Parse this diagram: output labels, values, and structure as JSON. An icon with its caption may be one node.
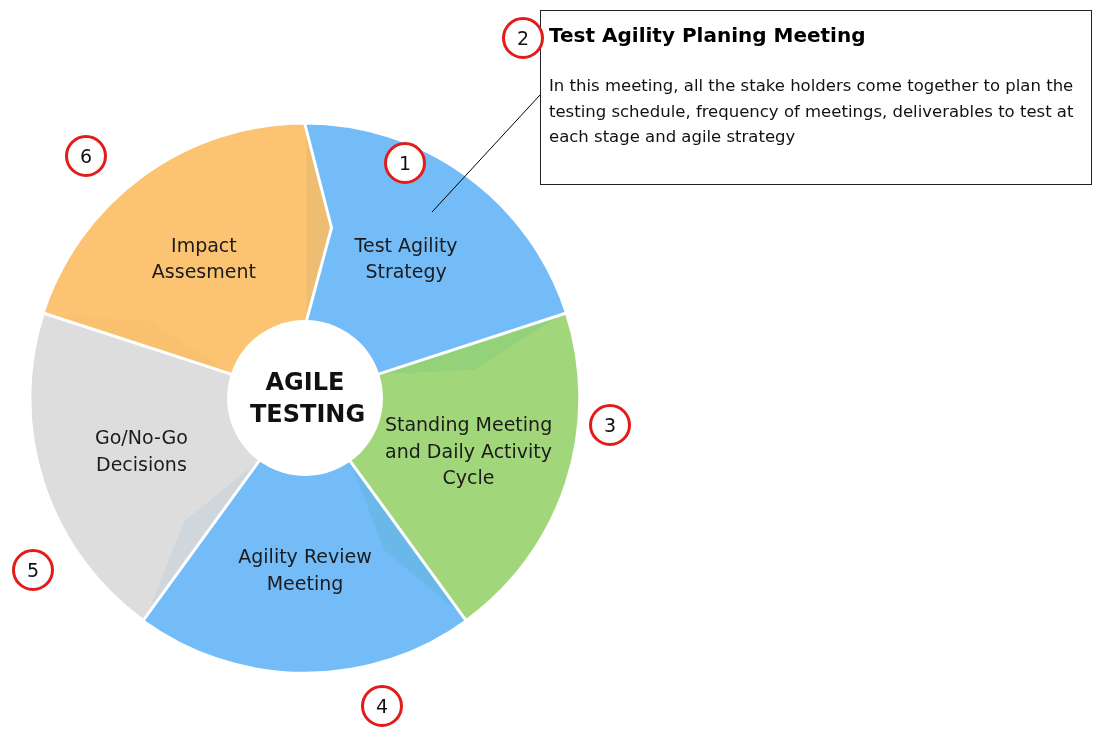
{
  "diagram": {
    "nodes": [
      {
        "text": [
          "AGILE TESTING"
        ]
      },
      {
        "text": [
          "Test Agility Strategy"
        ]
      },
      {
        "text": [
          "Standing Meeting and Daily Activity Cycle"
        ]
      },
      {
        "text": [
          "Agility Review Meeting"
        ]
      },
      {
        "text": [
          "Go/No-Go Decisions"
        ]
      },
      {
        "text": [
          "Impact Assesment"
        ]
      },
      {
        "text": [
          "Test Agility Planing Meeting",
          "In this meeting, all the stake holders come together to plan the testing schedule, frequency of meetings, deliverables to test at each stage and agile strategy"
        ]
      }
    ],
    "edges": [
      {
        "from": 6,
        "to": 1,
        "arrow": "none"
      }
    ],
    "labels": [
      "2",
      "6",
      "1",
      "3",
      "5",
      "4"
    ]
  }
}
